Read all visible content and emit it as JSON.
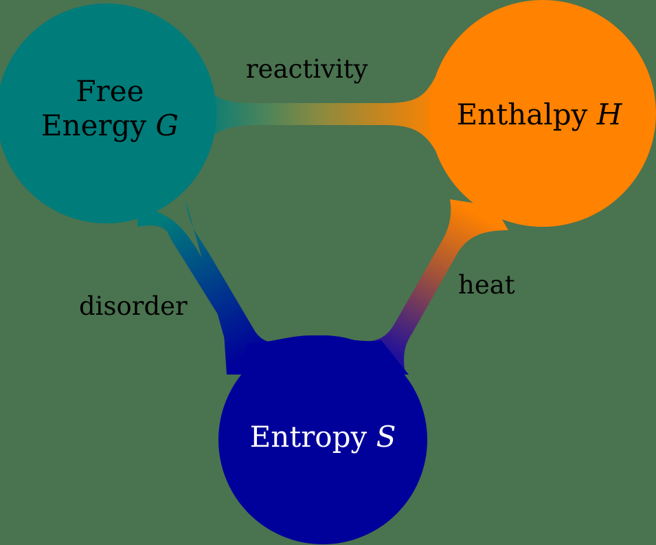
{
  "diagram": {
    "background": "#4a7350",
    "nodes": [
      {
        "id": "free-energy",
        "line1": "Free",
        "line2": "Energy",
        "symbol": "G",
        "color": "#007c7a",
        "text_color": "#000000"
      },
      {
        "id": "enthalpy",
        "line1": "Enthalpy",
        "symbol": "H",
        "color": "#ff8200",
        "text_color": "#000000"
      },
      {
        "id": "entropy",
        "line1": "Entropy",
        "symbol": "S",
        "color": "#00009a",
        "text_color": "#ffffff"
      }
    ],
    "edges": [
      {
        "from": "free-energy",
        "to": "enthalpy",
        "label": "reactivity"
      },
      {
        "from": "free-energy",
        "to": "entropy",
        "label": "disorder"
      },
      {
        "from": "enthalpy",
        "to": "entropy",
        "label": "heat"
      }
    ]
  }
}
